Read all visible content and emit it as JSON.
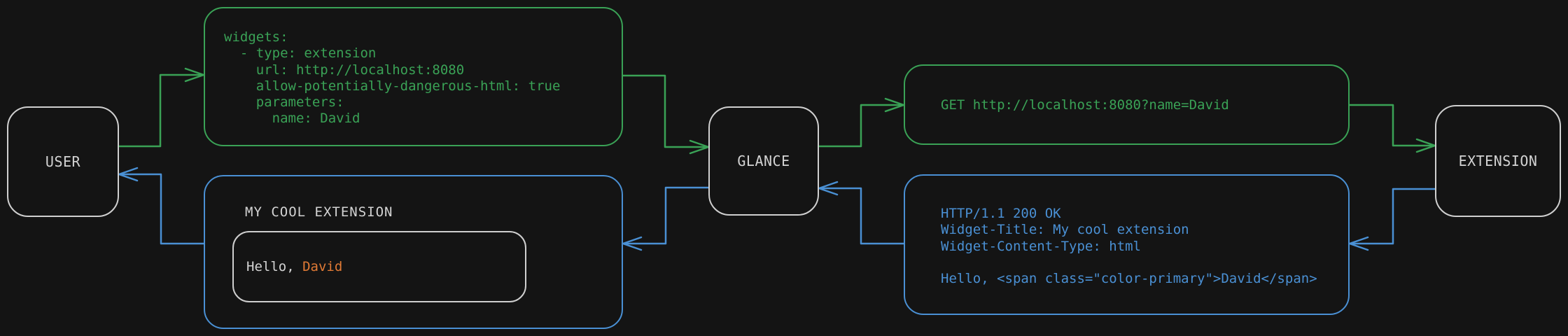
{
  "colors": {
    "background": "#141414",
    "request_green": "#3aa256",
    "response_blue": "#4a90d4",
    "neutral_gray": "#d4d4d4",
    "accent_orange": "#e07a35"
  },
  "nodes": {
    "user": {
      "label": "USER"
    },
    "glance": {
      "label": "GLANCE"
    },
    "extension": {
      "label": "EXTENSION"
    }
  },
  "config_box": {
    "code": "widgets:\n  - type: extension\n    url: http://localhost:8080\n    allow-potentially-dangerous-html: true\n    parameters:\n      name: David"
  },
  "request_box": {
    "code": "GET http://localhost:8080?name=David"
  },
  "response_box": {
    "code": "HTTP/1.1 200 OK\nWidget-Title: My cool extension\nWidget-Content-Type: html\n\nHello, <span class=\"color-primary\">David</span>"
  },
  "widget_preview": {
    "title": "MY COOL EXTENSION",
    "greeting_prefix": "Hello, ",
    "greeting_name": "David"
  }
}
